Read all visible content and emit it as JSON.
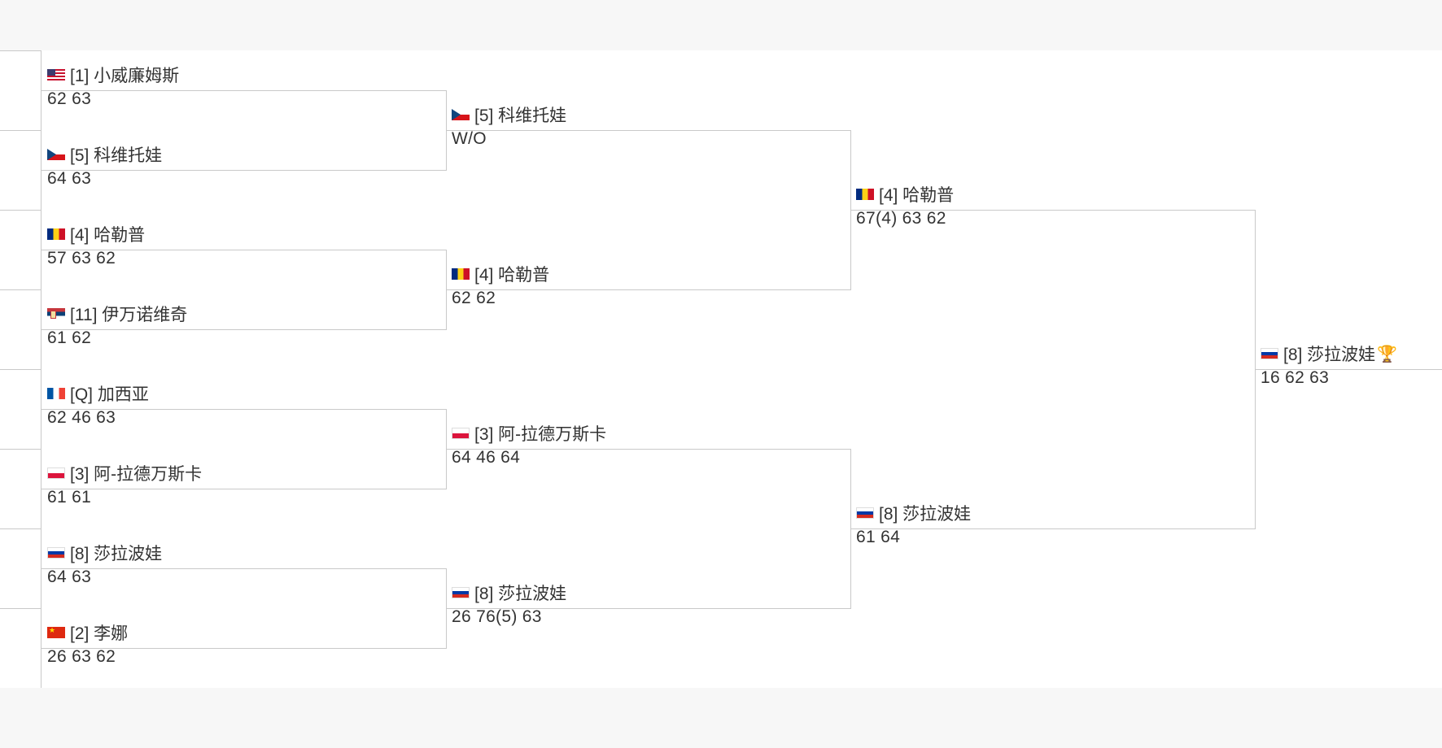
{
  "bracket": {
    "rounds": [
      {
        "matches": [
          {
            "top": {
              "flag": "us-flag-icon",
              "name": "[1] 小威廉姆斯",
              "score": "62 63"
            },
            "bottom": {
              "flag": "cz-flag-icon",
              "name": "[5] 科维托娃",
              "score": "64 63"
            }
          },
          {
            "top": {
              "flag": "ro-flag-icon",
              "name": "[4] 哈勒普",
              "score": "57 63 62"
            },
            "bottom": {
              "flag": "rs-flag-icon",
              "name": "[11] 伊万诺维奇",
              "score": "61 62"
            }
          },
          {
            "top": {
              "flag": "fr-flag-icon",
              "name": "[Q] 加西亚",
              "score": "62 46 63"
            },
            "bottom": {
              "flag": "pl-flag-icon",
              "name": "[3] 阿-拉德万斯卡",
              "score": "61 61"
            }
          },
          {
            "top": {
              "flag": "ru-flag-icon",
              "name": "[8] 莎拉波娃",
              "score": "64 63"
            },
            "bottom": {
              "flag": "cn-flag-icon",
              "name": "[2] 李娜",
              "score": "26 63 62"
            }
          }
        ]
      },
      {
        "matches": [
          {
            "top": {
              "flag": "cz-flag-icon",
              "name": "[5] 科维托娃",
              "score": "W/O"
            },
            "bottom": {
              "flag": "ro-flag-icon",
              "name": "[4] 哈勒普",
              "score": "62 62"
            }
          },
          {
            "top": {
              "flag": "pl-flag-icon",
              "name": "[3] 阿-拉德万斯卡",
              "score": "64 46 64"
            },
            "bottom": {
              "flag": "ru-flag-icon",
              "name": "[8] 莎拉波娃",
              "score": "26 76(5) 63"
            }
          }
        ]
      },
      {
        "matches": [
          {
            "top": {
              "flag": "ro-flag-icon",
              "name": "[4] 哈勒普",
              "score": "67(4) 63 62"
            },
            "bottom": {
              "flag": "ru-flag-icon",
              "name": "[8] 莎拉波娃",
              "score": "61 64"
            }
          }
        ]
      }
    ],
    "champion": {
      "flag": "ru-flag-icon",
      "name": "[8] 莎拉波娃",
      "trophy_icon": "trophy-icon",
      "trophy": "🏆",
      "score": "16 62 63"
    }
  }
}
